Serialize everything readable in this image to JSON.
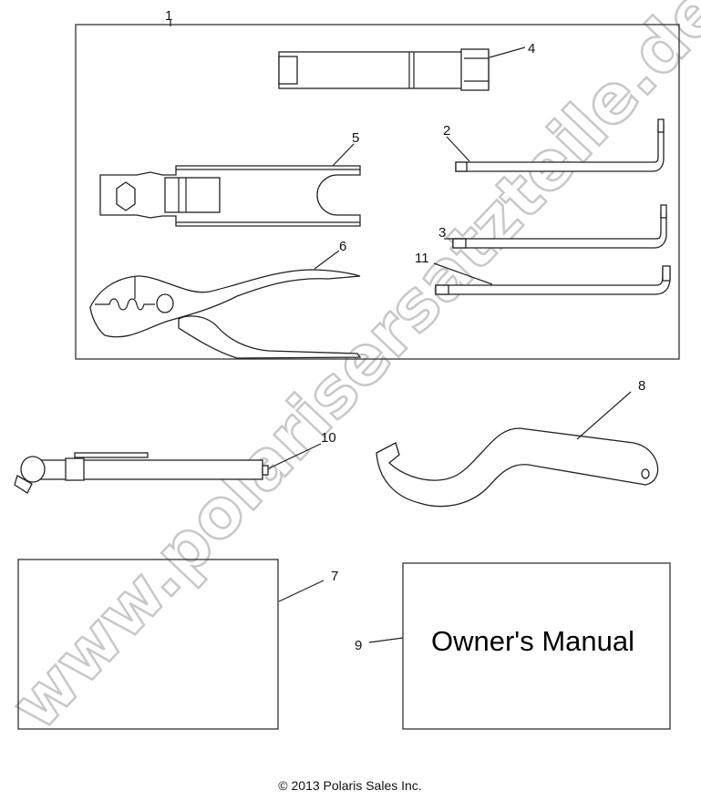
{
  "diagram": {
    "callouts": [
      {
        "id": "1"
      },
      {
        "id": "2"
      },
      {
        "id": "3"
      },
      {
        "id": "4"
      },
      {
        "id": "5"
      },
      {
        "id": "6"
      },
      {
        "id": "7"
      },
      {
        "id": "8"
      },
      {
        "id": "9"
      },
      {
        "id": "10"
      },
      {
        "id": "11"
      }
    ],
    "manual_label": "Owner's Manual",
    "copyright": "© 2013 Polaris Sales Inc.",
    "watermark": "www.polarisersatzteile.de"
  }
}
